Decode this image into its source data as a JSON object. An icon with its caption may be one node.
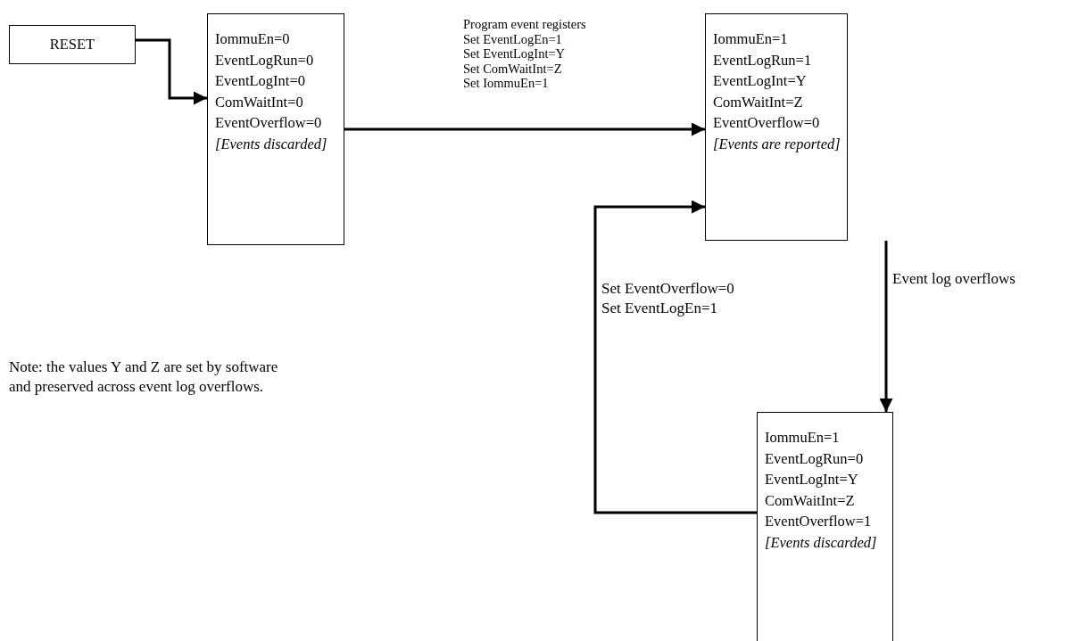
{
  "diagram": {
    "nodes": [
      {
        "text": [
          "RESET"
        ]
      },
      {
        "text": [
          "IommuEn=0",
          "EventLogRun=0",
          "EventLogInt=0",
          "ComWaitInt=0",
          "EventOverflow=0",
          "[Events discarded]"
        ]
      },
      {
        "text": [
          "IommuEn=1",
          "EventLogRun=1",
          "EventLogInt=Y",
          "ComWaitInt=Z",
          "EventOverflow=0",
          "[Events are reported]"
        ]
      },
      {
        "text": [
          "IommuEn=1",
          "EventLogRun=0",
          "EventLogInt=Y",
          "ComWaitInt=Z",
          "EventOverflow=1",
          "[Events discarded]"
        ]
      }
    ],
    "edges": [
      {
        "from": 0,
        "to": 1,
        "arrow": "to"
      },
      {
        "from": 1,
        "to": 2,
        "arrow": "to",
        "label": "Program event registers Set EventLogEn=1 Set EventLogInt=Y Set ComWaitInt=Z Set IommuEn=1"
      },
      {
        "from": 2,
        "to": 3,
        "arrow": "to",
        "label": "Event log overflows"
      },
      {
        "from": 3,
        "to": 2,
        "arrow": "to",
        "label": "Set EventOverflow=0 Set EventLogEn=1"
      }
    ],
    "labels": [
      "Note: the values Y and Z are set by software and preserved across event log overflows."
    ]
  }
}
